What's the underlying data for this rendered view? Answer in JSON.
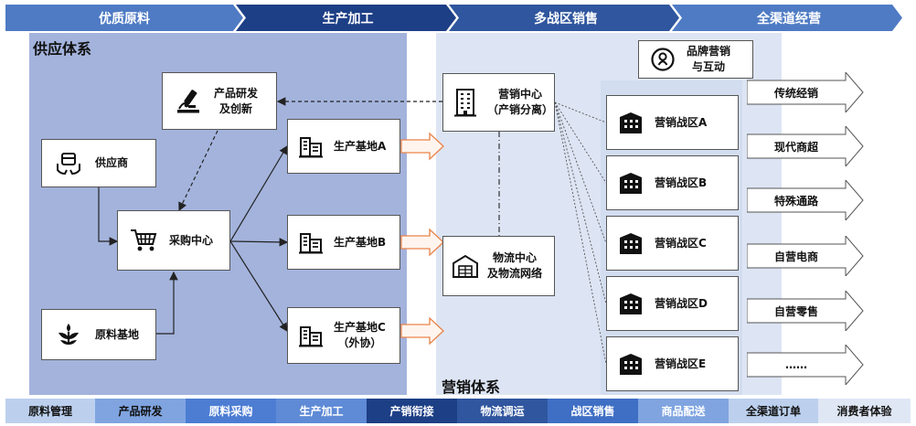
{
  "stages": [
    "优质原料",
    "生产加工",
    "多战区销售",
    "全渠道经营"
  ],
  "supply_system": {
    "title": "供应体系",
    "suppliers": "供应商",
    "raw_base": "原料基地",
    "rnd": [
      "产品研发",
      "及创新"
    ],
    "procurement": "采购中心",
    "plant_a": "生产基地A",
    "plant_b": "生产基地B",
    "plant_c": [
      "生产基地C",
      "（外协）"
    ]
  },
  "marketing_system": {
    "title": "营销体系",
    "center": [
      "营销中心",
      "（产销分离）"
    ],
    "logistics": [
      "物流中心",
      "及物流网络"
    ],
    "brand": [
      "品牌营销",
      "与互动"
    ],
    "zones": [
      "营销战区A",
      "营销战区B",
      "营销战区C",
      "营销战区D",
      "营销战区E"
    ]
  },
  "channels": [
    "传统经销",
    "现代商超",
    "特殊通路",
    "自营电商",
    "自营零售",
    "……"
  ],
  "value_chain": [
    "原料管理",
    "产品研发",
    "原料采购",
    "生产加工",
    "产销衔接",
    "物流调运",
    "战区销售",
    "商品配送",
    "全渠道订单",
    "消费者体验"
  ],
  "colors": {
    "chevron_light": "#4f7bc4",
    "chevron_dark": "#1d3f86",
    "supply_bg": "#a3b3dc",
    "marketing_bg": "#dde5f4",
    "marketing_bg2": "#e8eef8",
    "orange_arrow": "#e9834a"
  },
  "icons": {
    "suppliers": "supplier-hands-icon",
    "raw_base": "plant-sprout-icon",
    "rnd": "microscope-icon",
    "procurement": "shopping-cart-icon",
    "plants": "factory-icon",
    "center": "office-building-icon",
    "logistics": "warehouse-icon",
    "brand": "person-badge-icon",
    "zones": "city-building-icon"
  }
}
